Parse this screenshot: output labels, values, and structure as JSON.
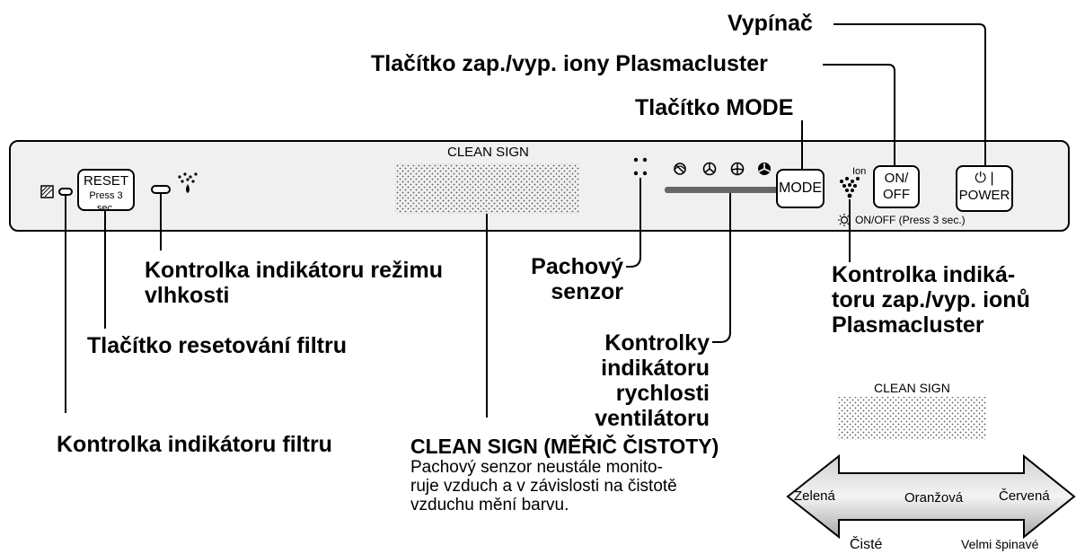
{
  "panel": {
    "clean_sign_label": "CLEAN SIGN",
    "reset_button": {
      "line1": "RESET",
      "line2": "Press 3 sec."
    },
    "mode_button": "MODE",
    "ion_button": {
      "line1": "ON/",
      "line2": "OFF"
    },
    "ion_indicator_label": "Ion",
    "power_button": {
      "symbol": "⏻ |",
      "label": "POWER"
    },
    "ion_hint": "ON/OFF (Press 3 sec.)"
  },
  "callouts": {
    "power_switch": "Vypínač",
    "plasmacluster_button": "Tlačítko zap./vyp. iony Plasmacluster",
    "mode_button": "Tlačítko MODE",
    "humidity_mode_lamp": [
      "Kontrolka indikátoru režimu",
      "vlhkosti"
    ],
    "odor_sensor": [
      "Pachový",
      "senzor"
    ],
    "plasmacluster_lamp": [
      "Kontrolka indiká-",
      "toru zap./vyp. ionů",
      "Plasmacluster"
    ],
    "filter_reset_button": "Tlačítko resetování filtru",
    "fan_speed_lamps": [
      "Kontrolky",
      "indikátoru",
      "rychlosti",
      "ventilátoru"
    ],
    "filter_lamp": "Kontrolka indikátoru filtru"
  },
  "clean_sign_info": {
    "title": "CLEAN SIGN (MĚŘIČ ČISTOTY)",
    "description": [
      "Pachový senzor neustále monito-",
      "ruje vzduch a v závislosti na čistotě",
      "vzduchu mění barvu."
    ]
  },
  "legend": {
    "label": "CLEAN SIGN",
    "colors": [
      "Zelená",
      "Oranžová",
      "Červená"
    ],
    "clean": "Čisté",
    "very_dirty": "Velmi špinavé"
  }
}
